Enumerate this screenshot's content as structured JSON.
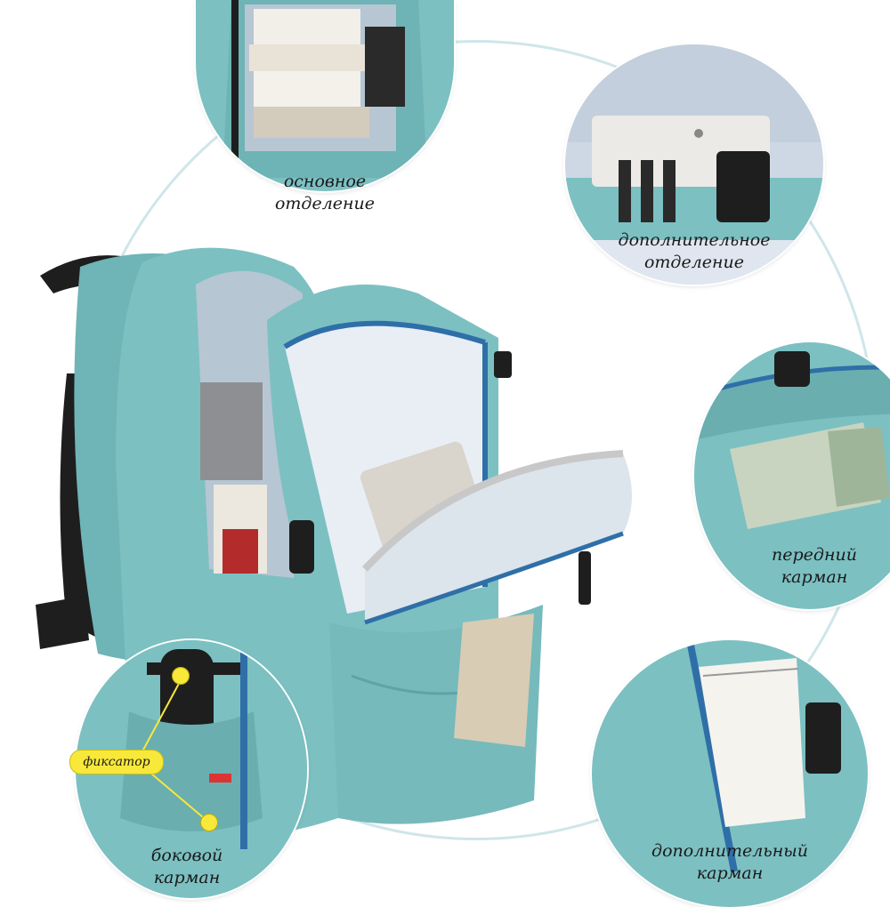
{
  "callouts": {
    "main_compartment": {
      "line1": "основное",
      "line2": "отделение"
    },
    "extra_compartment": {
      "line1": "дополнительное",
      "line2": "отделение"
    },
    "front_pocket": {
      "line1": "передний",
      "line2": "карман"
    },
    "extra_pocket": {
      "line1": "дополнительный",
      "line2": "карман"
    },
    "side_pocket": {
      "line1": "боковой",
      "line2": "карман"
    },
    "clip": "фиксатор"
  },
  "colors": {
    "fabric": "#7cc0c2",
    "fabric_dark": "#4f9496",
    "lining": "#c9d6e3",
    "zipper": "#2f6fa8",
    "strap": "#1e1e1e",
    "accent": "#f7e83a",
    "ring": "#cfe6ea"
  }
}
